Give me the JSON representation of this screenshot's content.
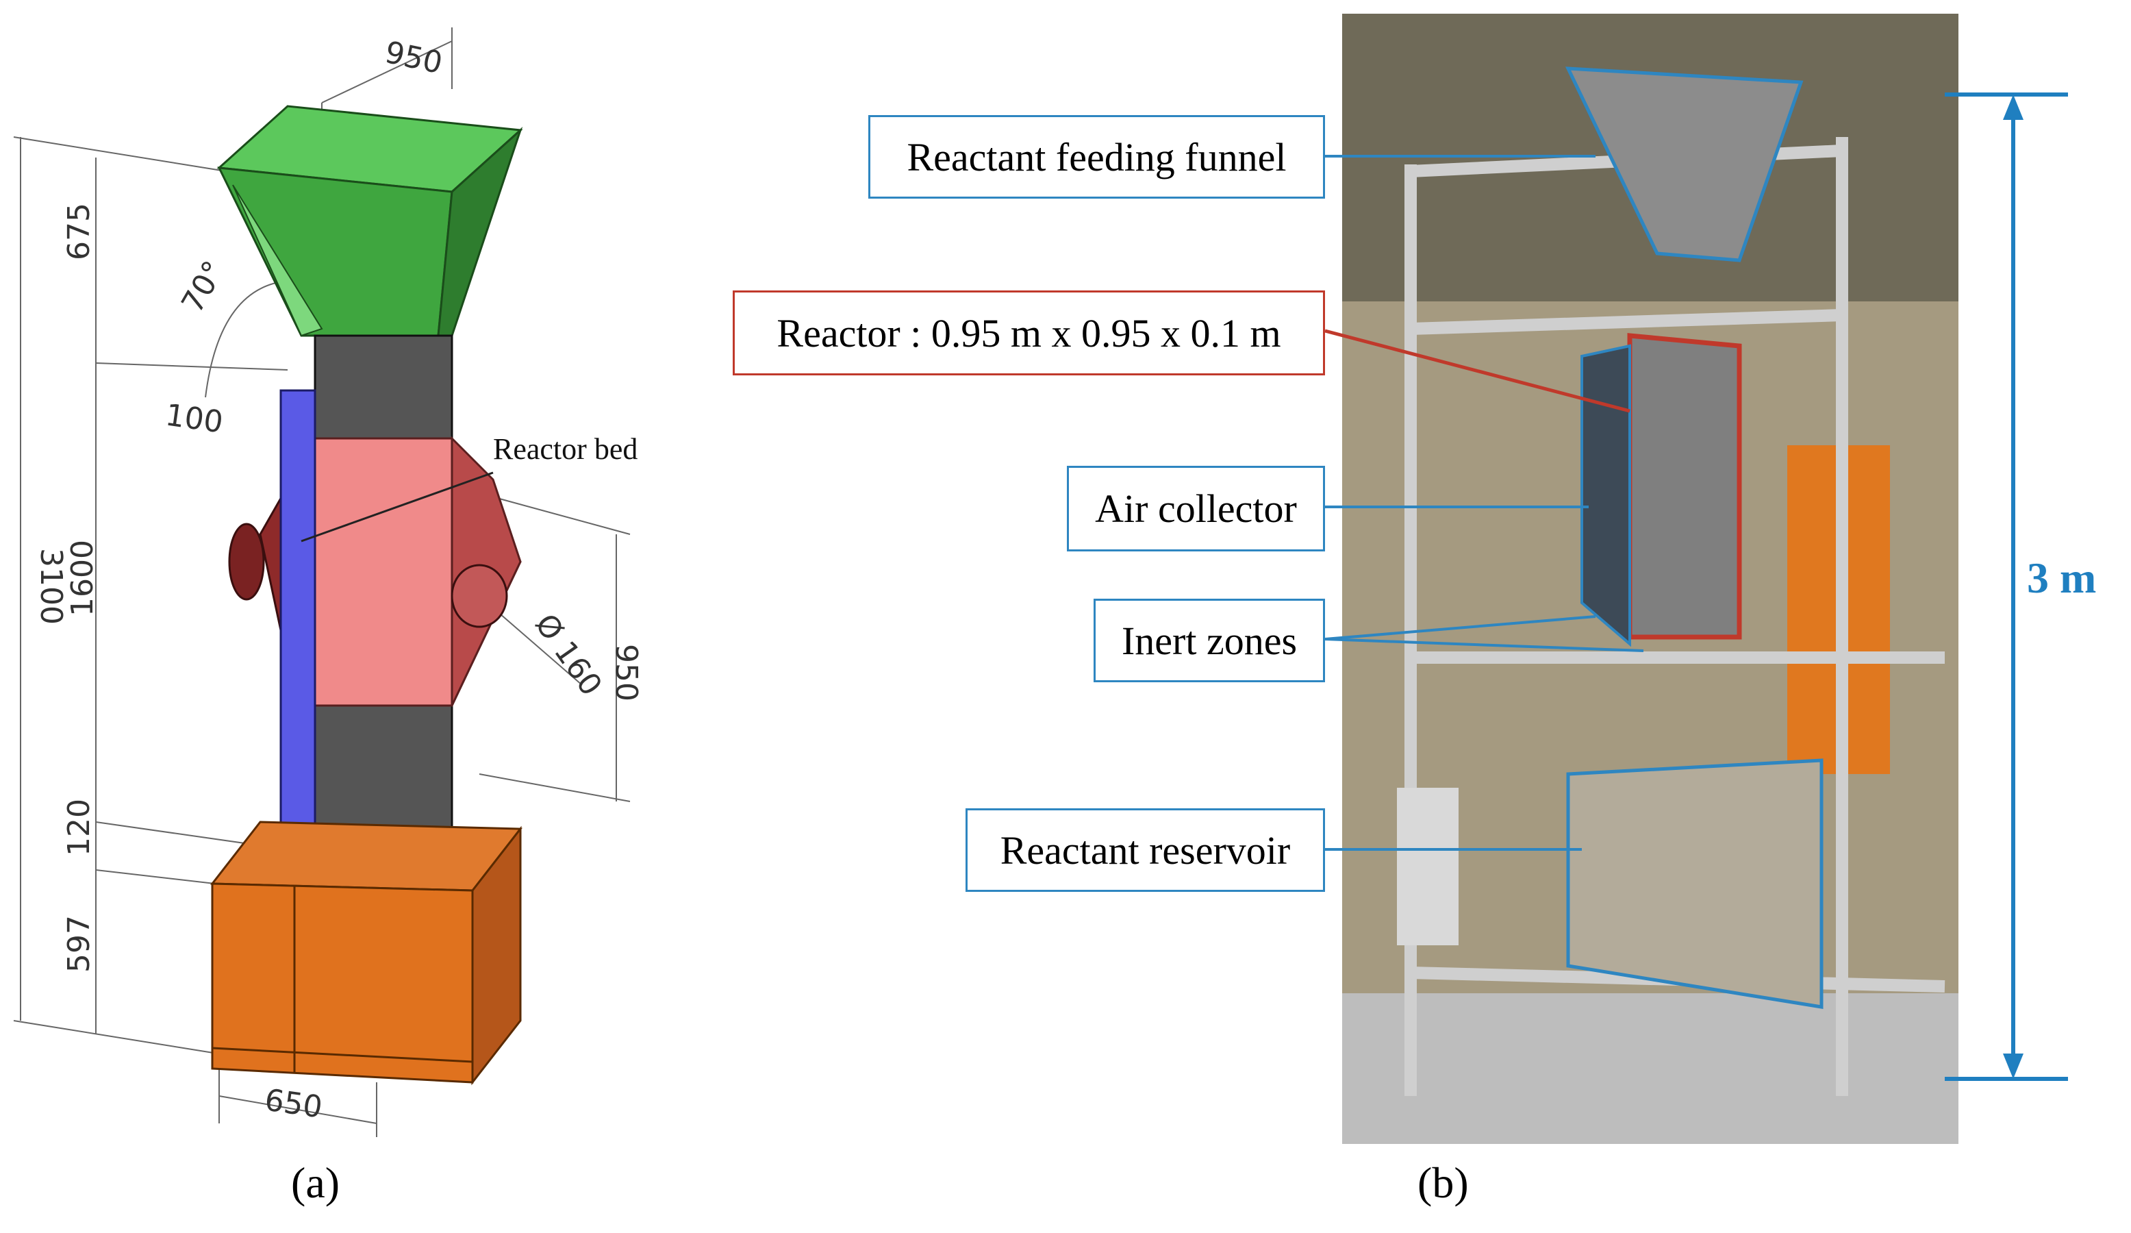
{
  "panel_a": {
    "caption": "(a)",
    "label_reactor_bed": "Reactor bed",
    "dims": {
      "d950_top": "950",
      "d675": "675",
      "d70": "70°",
      "d100": "100",
      "d3100": "3100",
      "d1600": "1600",
      "d160": "Ø 160",
      "d950_side": "950",
      "d120": "120",
      "d597": "597",
      "d650": "650"
    }
  },
  "panel_b": {
    "caption": "(b)",
    "callouts": {
      "funnel": "Reactant feeding funnel",
      "reactor": "Reactor : 0.95 m x 0.95 x 0.1 m",
      "air": "Air collector",
      "inert": "Inert zones",
      "reservoir": "Reactant reservoir"
    },
    "height_label": "3 m",
    "accent": "#1f7fc0",
    "reactor_color": "#c0392b"
  }
}
